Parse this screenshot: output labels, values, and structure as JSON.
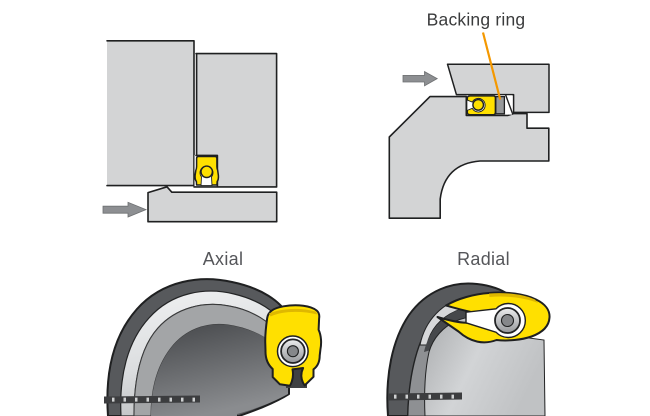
{
  "labels": {
    "backing_ring": "Backing ring",
    "axial": "Axial",
    "radial": "Radial"
  },
  "icons": {
    "axial_pressure_arrow": "right-arrow",
    "radial_pressure_arrow": "right-arrow"
  },
  "colors": {
    "background": "#ffffff",
    "block_gray": "#d3d4d5",
    "outline_dark": "#1f2021",
    "seal_yellow": "#ffe000",
    "seal_yellow_shade": "#dfb800",
    "backing_ring_gray": "#97999b",
    "arrow_gray": "#8d8f92",
    "leader_orange": "#f49800",
    "label_gray": "#55565a",
    "annotation_dark": "#3a3b3c",
    "metal_dark": "#57595c",
    "metal_mid": "#a3a5a7",
    "metal_light": "#e8eaec",
    "spring_gray": "#c9cbcd"
  }
}
